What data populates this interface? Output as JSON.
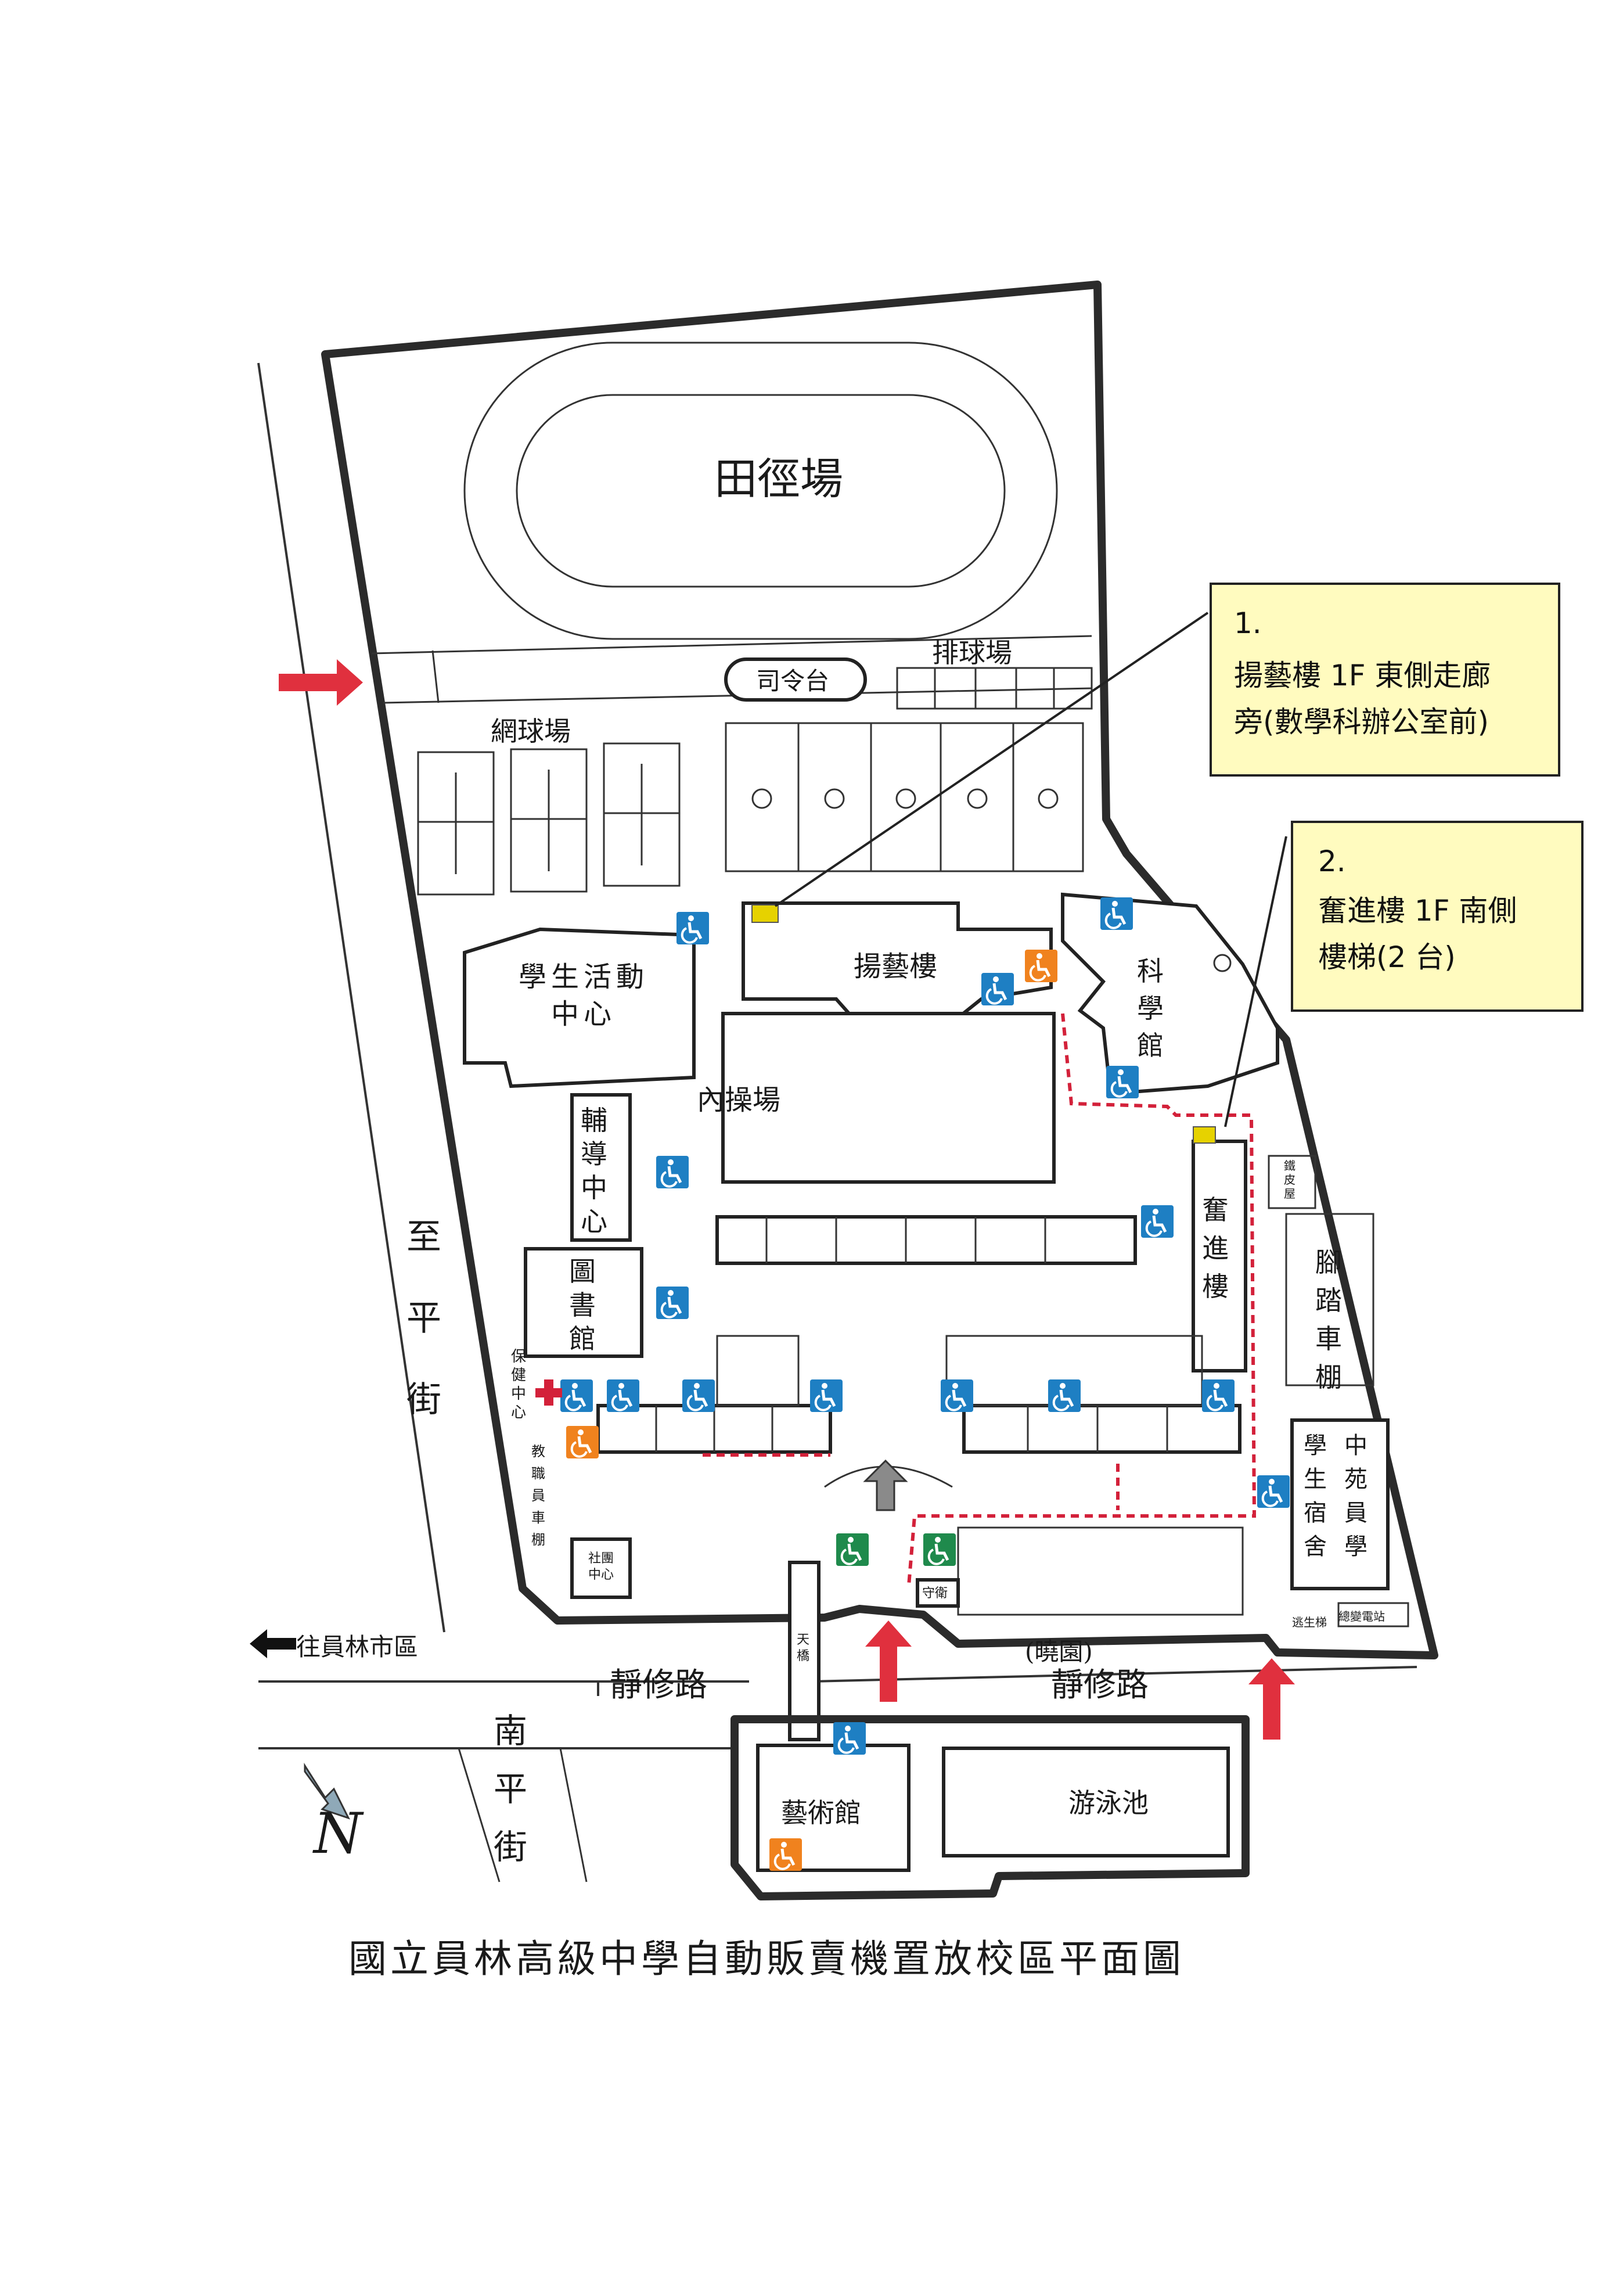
{
  "title": "國立員林高級中學自動販賣機置放校區平面圖",
  "places": {
    "track": "田徑場",
    "podium": "司令台",
    "volleyball": "排球場",
    "tennis": "網球場",
    "yangyi": "揚藝樓",
    "student_center": "學生活動中心",
    "science": "科學館",
    "gym": "內操場",
    "counseling": "輔導中心",
    "tin_house": "鐵皮屋",
    "fenjin": "奮進樓",
    "library": "圖書館",
    "bike_shed": "腳踏車棚",
    "health_center": "保健中心",
    "staff_shed": "教職員車棚",
    "club_center": "社團中心",
    "dorm": "學生宿舍",
    "dorm_side": "中苑員學",
    "dawn_garden": "(曉園)",
    "guard": "守衛",
    "bridge": "天橋",
    "transformer": "總變電站",
    "escape_gate": "逃生梯",
    "art_hall": "藝術館",
    "pool": "游泳池"
  },
  "roads": {
    "pingzhi_street": "至平街",
    "jingxiu_road_1": "靜修路",
    "jingxiu_road_2": "靜修路",
    "nanping_street": "南平街",
    "to_yuanlin": "往員林市區"
  },
  "compass": {
    "label": "N"
  },
  "callouts": [
    {
      "num": "1.",
      "line1": "揚藝樓 1F 東側走廊",
      "line2": "旁(數學科辦公室前)"
    },
    {
      "num": "2.",
      "line1": "奮進樓 1F 南側",
      "line2": "樓梯(2 台)"
    }
  ],
  "colors": {
    "accessible_blue": "#1e7fc3",
    "restroom_orange": "#f0821e",
    "parking_green": "#1f8a4c",
    "route_red": "#d3213a",
    "entrance_arrow": "#e0303e",
    "vending_yellow": "#e6d200",
    "callout_bg": "#fffbbf"
  }
}
